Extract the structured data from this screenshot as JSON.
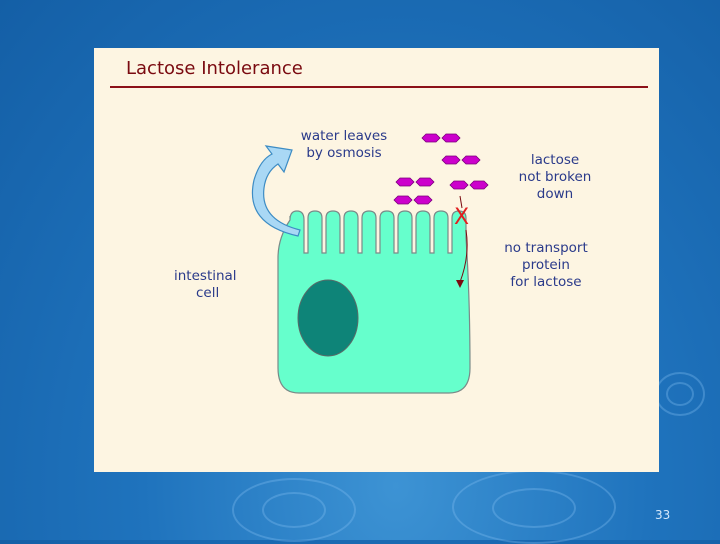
{
  "slide": {
    "title": "Lactose Intolerance",
    "page_number": "33"
  },
  "labels": {
    "water": [
      "water leaves",
      "by osmosis"
    ],
    "lactose": [
      "lactose",
      "not broken",
      "down"
    ],
    "transport": [
      "no transport",
      "protein",
      "for lactose"
    ],
    "cell": [
      "intestinal",
      "cell"
    ],
    "blocked_mark": "X"
  },
  "colors": {
    "panel_bg": "#fdf5e2",
    "title": "#7a0a10",
    "label_text": "#2a3a8a",
    "cell_fill": "#66ffcc",
    "nucleus_fill": "#0e8478",
    "lactose_fill": "#cc00cc",
    "arrow_fill": "#a9d8f5",
    "blocked_mark": "#e02020"
  }
}
